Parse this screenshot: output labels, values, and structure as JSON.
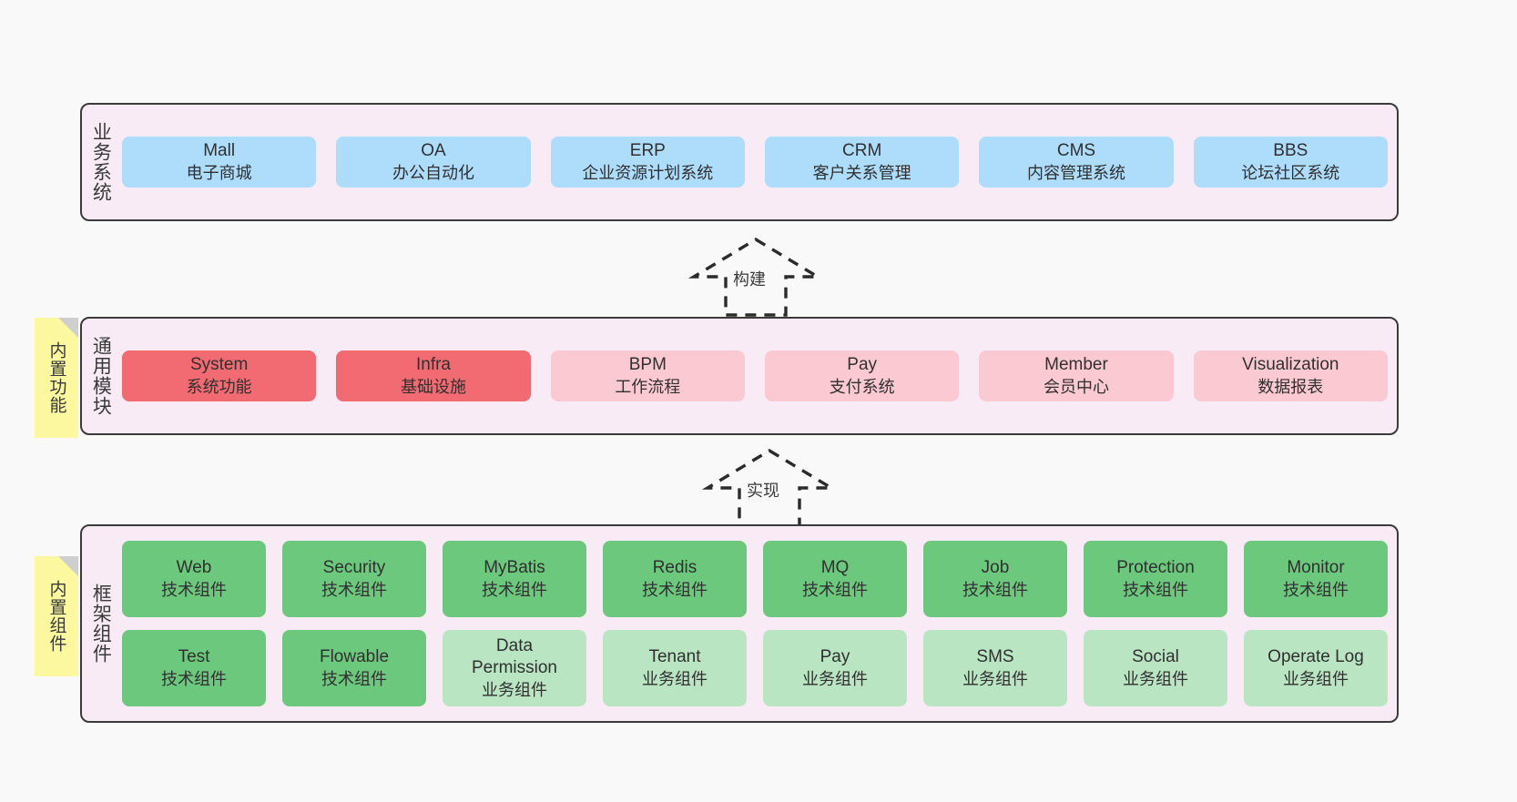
{
  "diagram": {
    "title": "",
    "colors": {
      "background": "#f9f9f9",
      "band_fill": "#f8ebf5",
      "band_stroke": "#3b3b3b",
      "blue": "#aedcfb",
      "red": "#f26a72",
      "pink": "#fbc9d2",
      "green": "#6bc87c",
      "light_green": "#b9e5c2",
      "note_yellow": "#fbf8a0",
      "note_fold": "#cfcfcf"
    }
  },
  "layers": {
    "business": {
      "title": "业务系统",
      "items": [
        {
          "en": "Mall",
          "cn": "电子商城"
        },
        {
          "en": "OA",
          "cn": "办公自动化"
        },
        {
          "en": "ERP",
          "cn": "企业资源计划系统"
        },
        {
          "en": "CRM",
          "cn": "客户关系管理"
        },
        {
          "en": "CMS",
          "cn": "内容管理系统"
        },
        {
          "en": "BBS",
          "cn": "论坛社区系统"
        }
      ]
    },
    "common": {
      "title": "通用模块",
      "note": "内置功能",
      "items": [
        {
          "en": "System",
          "cn": "系统功能",
          "color": "red"
        },
        {
          "en": "Infra",
          "cn": "基础设施",
          "color": "red"
        },
        {
          "en": "BPM",
          "cn": "工作流程",
          "color": "pink"
        },
        {
          "en": "Pay",
          "cn": "支付系统",
          "color": "pink"
        },
        {
          "en": "Member",
          "cn": "会员中心",
          "color": "pink"
        },
        {
          "en": "Visualization",
          "cn": "数据报表",
          "color": "pink"
        }
      ]
    },
    "framework": {
      "title": "框架组件",
      "note": "内置组件",
      "row1": [
        {
          "en": "Web",
          "cn": "技术组件",
          "color": "green"
        },
        {
          "en": "Security",
          "cn": "技术组件",
          "color": "green"
        },
        {
          "en": "MyBatis",
          "cn": "技术组件",
          "color": "green"
        },
        {
          "en": "Redis",
          "cn": "技术组件",
          "color": "green"
        },
        {
          "en": "MQ",
          "cn": "技术组件",
          "color": "green"
        },
        {
          "en": "Job",
          "cn": "技术组件",
          "color": "green"
        },
        {
          "en": "Protection",
          "cn": "技术组件",
          "color": "green"
        },
        {
          "en": "Monitor",
          "cn": "技术组件",
          "color": "green"
        }
      ],
      "row2": [
        {
          "en": "Test",
          "cn": "技术组件",
          "color": "green"
        },
        {
          "en": "Flowable",
          "cn": "技术组件",
          "color": "green"
        },
        {
          "en": "Data Permission",
          "cn": "业务组件",
          "color": "light_green"
        },
        {
          "en": "Tenant",
          "cn": "业务组件",
          "color": "light_green"
        },
        {
          "en": "Pay",
          "cn": "业务组件",
          "color": "light_green"
        },
        {
          "en": "SMS",
          "cn": "业务组件",
          "color": "light_green"
        },
        {
          "en": "Social",
          "cn": "业务组件",
          "color": "light_green"
        },
        {
          "en": "Operate Log",
          "cn": "业务组件",
          "color": "light_green"
        }
      ]
    }
  },
  "connectors": [
    {
      "label": "构建"
    },
    {
      "label": "实现"
    }
  ]
}
